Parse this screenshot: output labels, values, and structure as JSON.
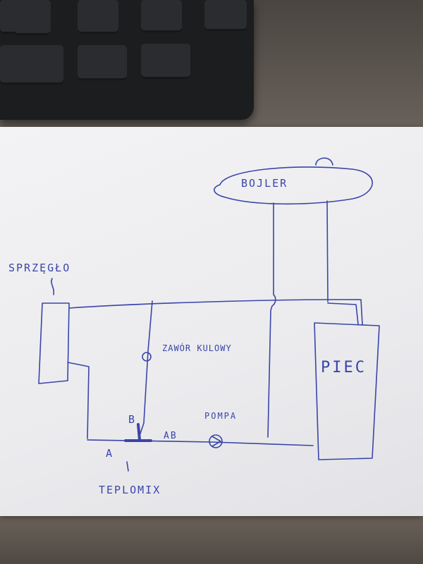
{
  "labels": {
    "bojler": "BOJLER",
    "sprzeglo": "SPRZĘGŁO",
    "zawor": "ZAWÓR KULOWY",
    "piec": "PIEC",
    "pompa": "POMPA",
    "teplomix": "TEPLOMIX",
    "port_a": "A",
    "port_b": "B",
    "port_ab": "AB"
  },
  "colors": {
    "ink": "#3a45a8",
    "paper": "#efeff2",
    "keyboard": "#1c1d1f"
  }
}
